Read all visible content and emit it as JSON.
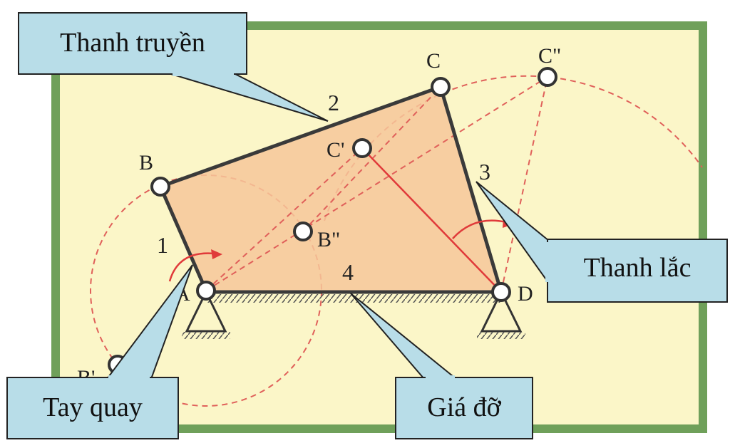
{
  "callouts": {
    "connecting_rod": "Thanh truyền",
    "rocker": "Thanh lắc",
    "crank": "Tay quay",
    "frame": "Giá đỡ"
  },
  "points": {
    "A": "A",
    "B": "B",
    "B_prime": "B'",
    "B_double": "B\"",
    "C": "C",
    "C_prime": "C'",
    "C_double": "C\"",
    "D": "D"
  },
  "links": {
    "one": "1",
    "two": "2",
    "three": "3",
    "four": "4"
  },
  "colors": {
    "frame_border": "#6fa05a",
    "panel_bg": "#fbf6c8",
    "linkage_fill": "#f6c79a",
    "link_stroke": "#3a3a3a",
    "dashed_red": "#e0605a",
    "arrow_red": "#e03a3a",
    "callout_fill": "#b8dde8",
    "callout_stroke": "#222222"
  }
}
